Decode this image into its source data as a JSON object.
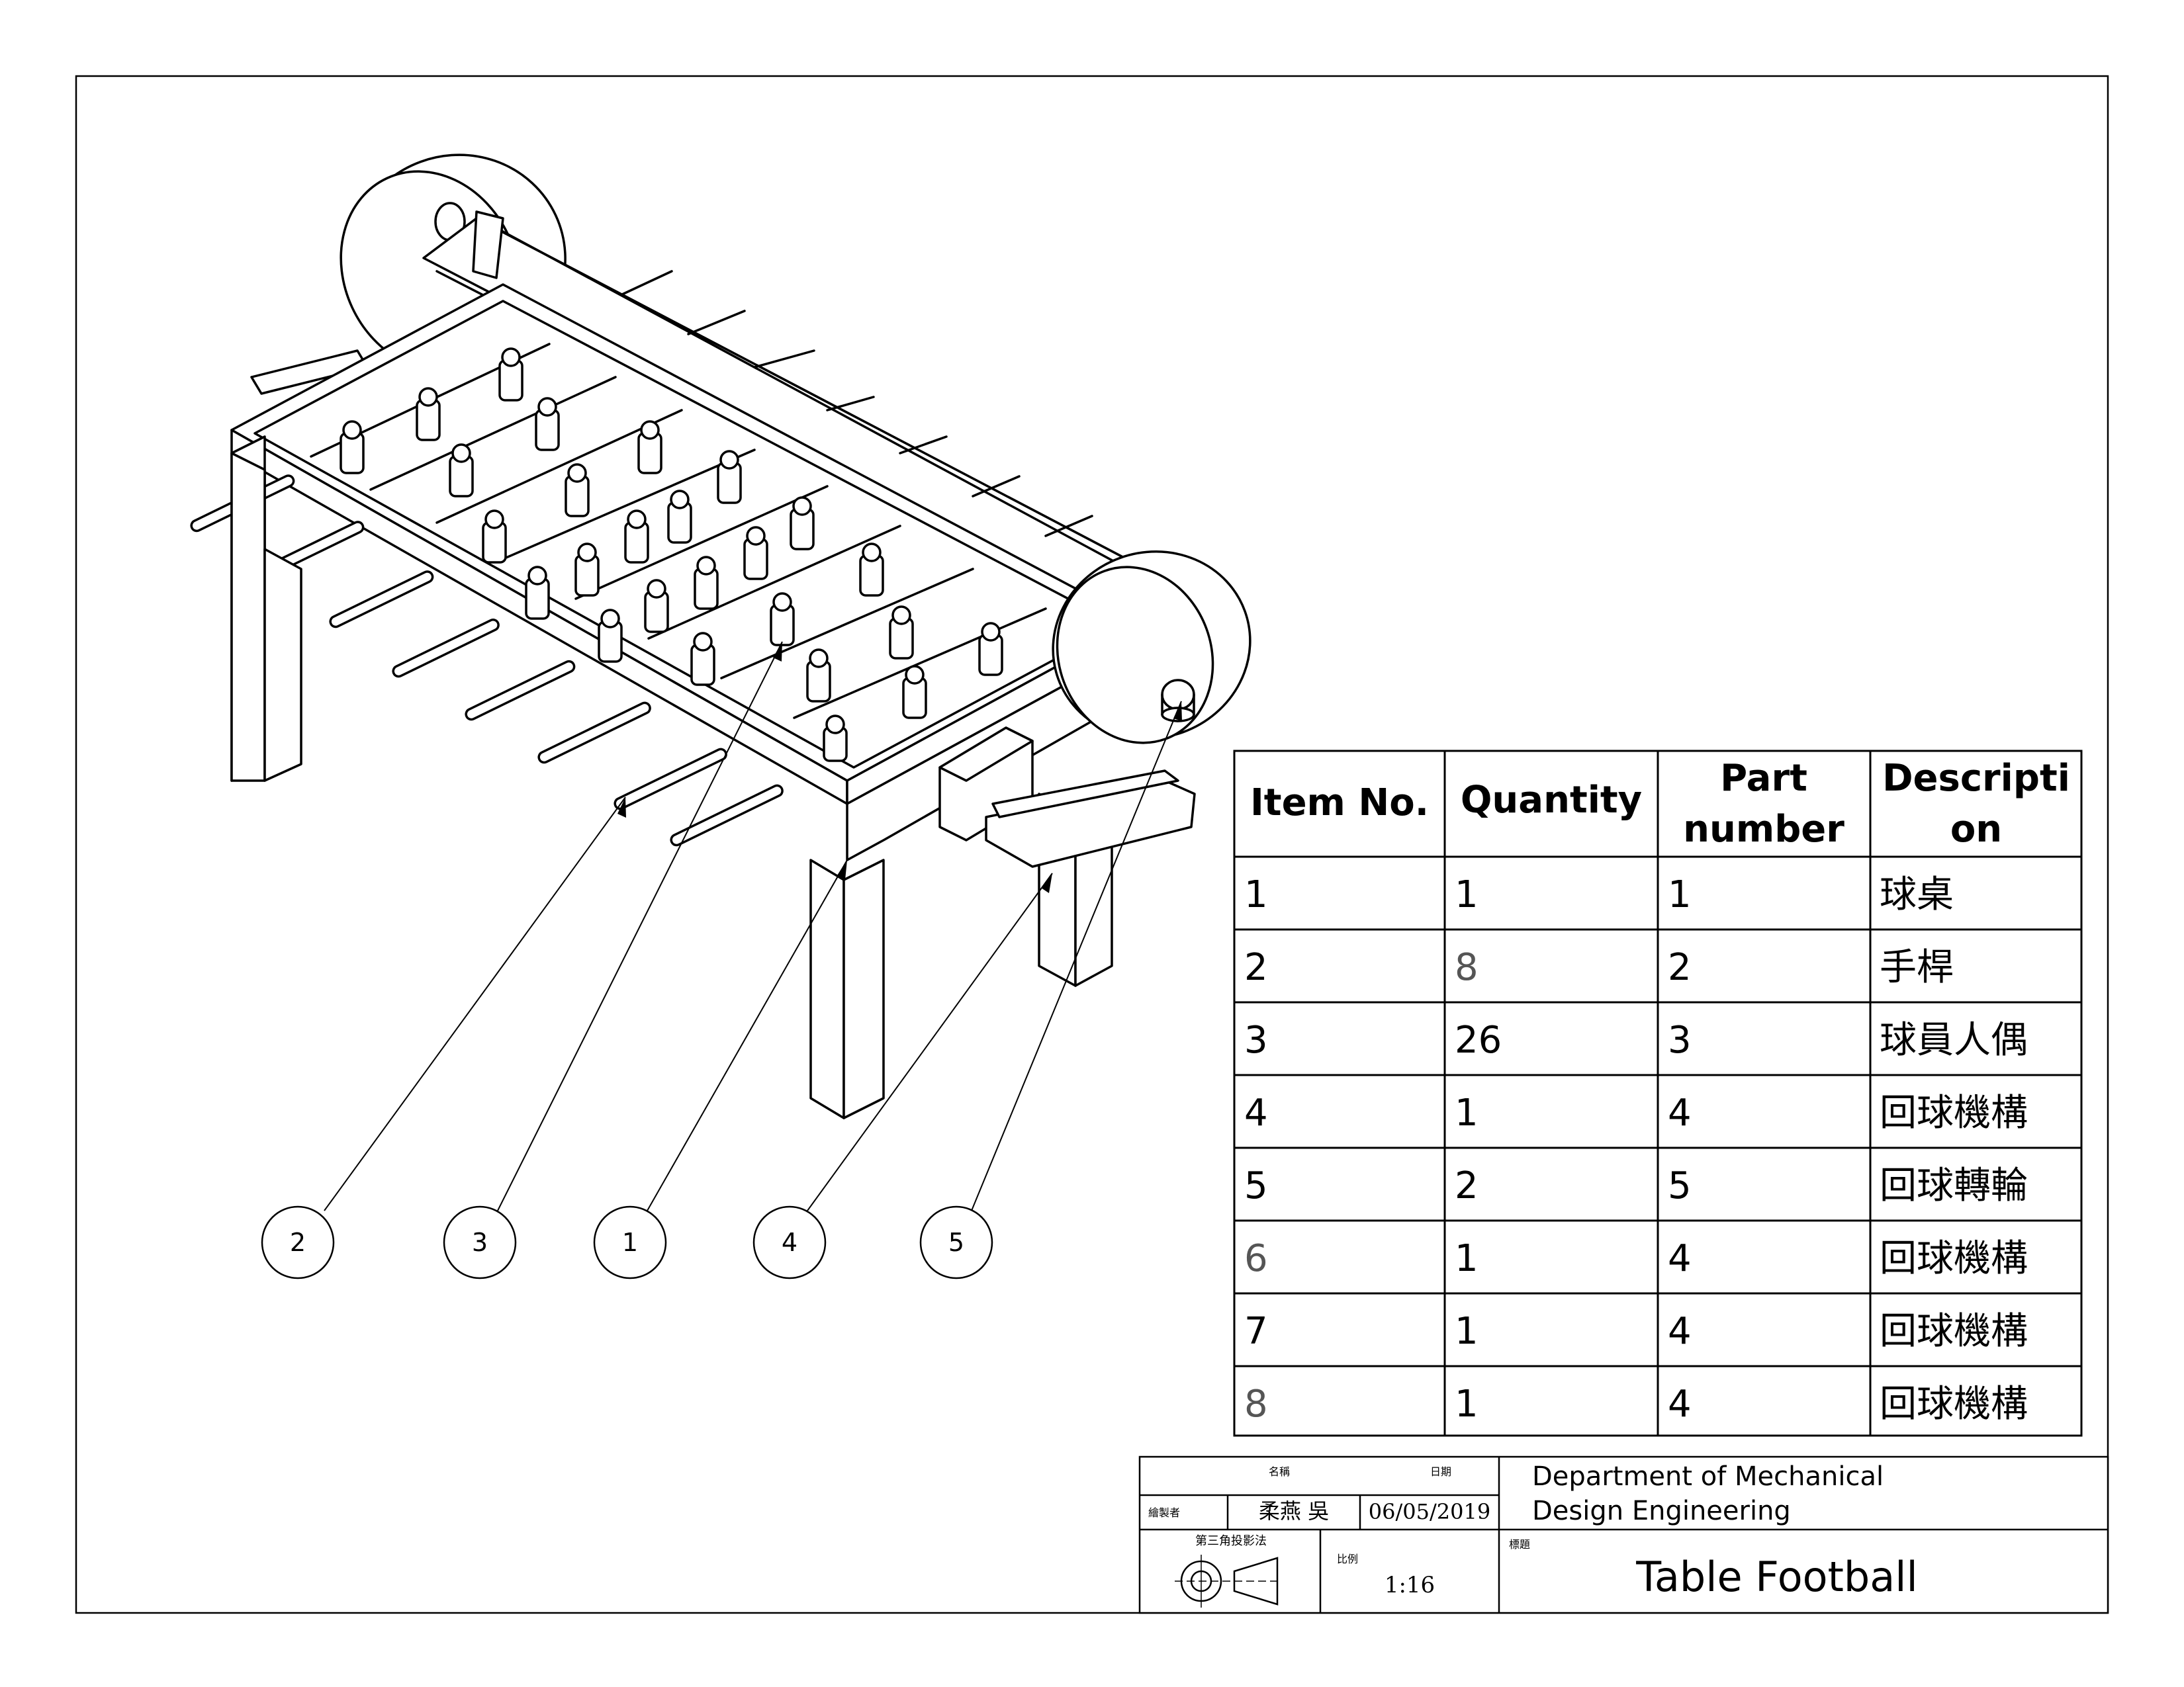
{
  "bom": {
    "headers": {
      "item_no": "Item No.",
      "quantity": "Quantity",
      "part_line1": "Part",
      "part_line2": "number",
      "desc_line1": "Descripti",
      "desc_line2": "on"
    },
    "rows": [
      {
        "item": "1",
        "qty": "1",
        "part": "1",
        "desc": "球桌"
      },
      {
        "item": "2",
        "qty": "8",
        "part": "2",
        "desc": "手桿"
      },
      {
        "item": "3",
        "qty": "26",
        "part": "3",
        "desc": "球員人偶"
      },
      {
        "item": "4",
        "qty": "1",
        "part": "4",
        "desc": "回球機構"
      },
      {
        "item": "5",
        "qty": "2",
        "part": "5",
        "desc": "回球轉輪"
      },
      {
        "item": "6",
        "qty": "1",
        "part": "4",
        "desc": "回球機構"
      },
      {
        "item": "7",
        "qty": "1",
        "part": "4",
        "desc": "回球機構"
      },
      {
        "item": "8",
        "qty": "1",
        "part": "4",
        "desc": "回球機構"
      }
    ]
  },
  "balloons": [
    "2",
    "3",
    "1",
    "4",
    "5"
  ],
  "title_block": {
    "name_label": "名稱",
    "date_label": "日期",
    "drawn_by_label": "繪製者",
    "drawn_by": "柔燕 吳",
    "date": "06/05/2019",
    "projection_label": "第三角投影法",
    "scale_label": "比例",
    "scale": "1:16",
    "dept_line1": "Department of Mechanical",
    "dept_line2": "Design Engineering",
    "title_label": "標題",
    "title": "Table Football"
  }
}
